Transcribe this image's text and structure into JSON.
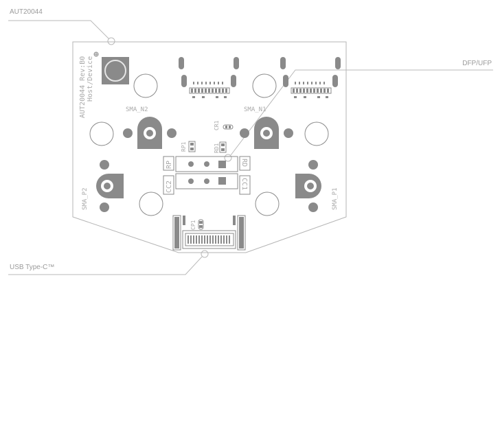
{
  "callouts": {
    "aut20044": "AUT20044",
    "dfp_ufp": "DFP/UFP",
    "usb_type_c": "USB Type-C™"
  },
  "silkscreen": {
    "board_id": "AUT20044 Rev:B0",
    "board_role": "Host/Device",
    "sma_n2": "SMA_N2",
    "sma_n1": "SMA_N1",
    "sma_p2": "SMA_P2",
    "sma_p1": "SMA_P1",
    "cr1": "CR1",
    "rp1": "RP1",
    "rd1": "RD1",
    "cp1": "CP1",
    "rp": "RP",
    "rd": "RD",
    "cc1": "CC1",
    "cc2": "CC2"
  },
  "colors": {
    "board_outline": "#b5b5b5",
    "component": "#7f7f7f",
    "silkscreen": "#a9a9a9",
    "callout_line": "#b9b9b9",
    "callout_text": "#9a9a9a"
  }
}
